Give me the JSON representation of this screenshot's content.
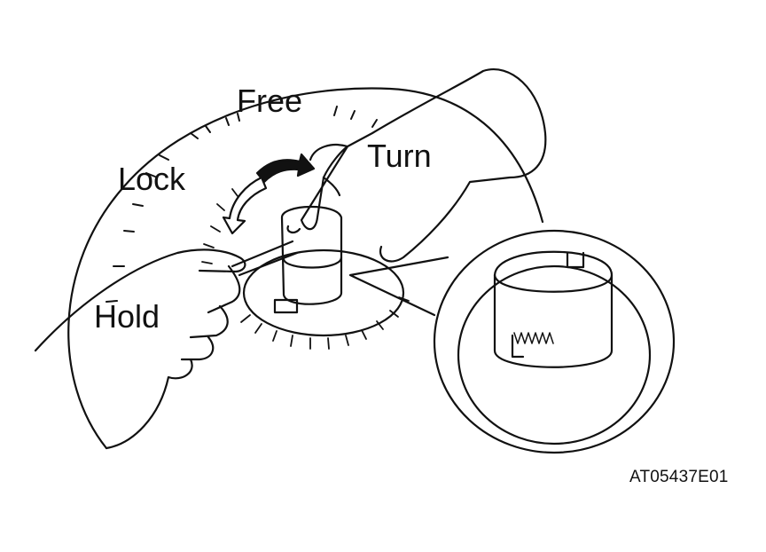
{
  "labels": {
    "free": "Free",
    "turn": "Turn",
    "lock": "Lock",
    "hold": "Hold"
  },
  "figure_code": "AT05437E01",
  "colors": {
    "line": "#111111",
    "background": "#ffffff"
  }
}
